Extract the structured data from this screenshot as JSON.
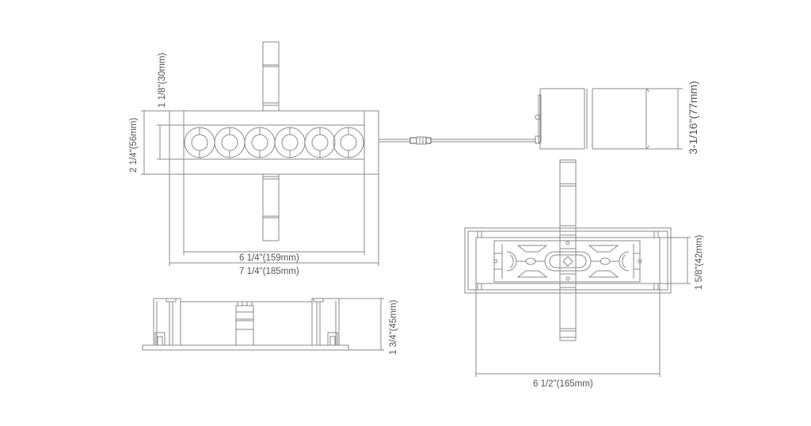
{
  "diagram": {
    "type": "technical dimension drawing",
    "views": {
      "front": {
        "lens_count": 6,
        "dims": {
          "height_outer": "2  1/4\"(56mm)",
          "bar_height": "1 1/8\"(30mm)",
          "inner_width": "6  1/4\"(159mm)",
          "outer_width": "7 1/4\"(185mm)"
        }
      },
      "driver": {
        "dims": {
          "height": "3-1/16\"(77mm)"
        }
      },
      "side": {
        "dims": {
          "depth": "1  3/4\"(45mm)"
        }
      },
      "back": {
        "dims": {
          "height": "1 5/8\"(42mm)",
          "width": "6  1/2\"(165mm)"
        }
      }
    }
  },
  "colors": {
    "line": "#8a8a8a",
    "text": "#555555",
    "background": "#ffffff"
  }
}
